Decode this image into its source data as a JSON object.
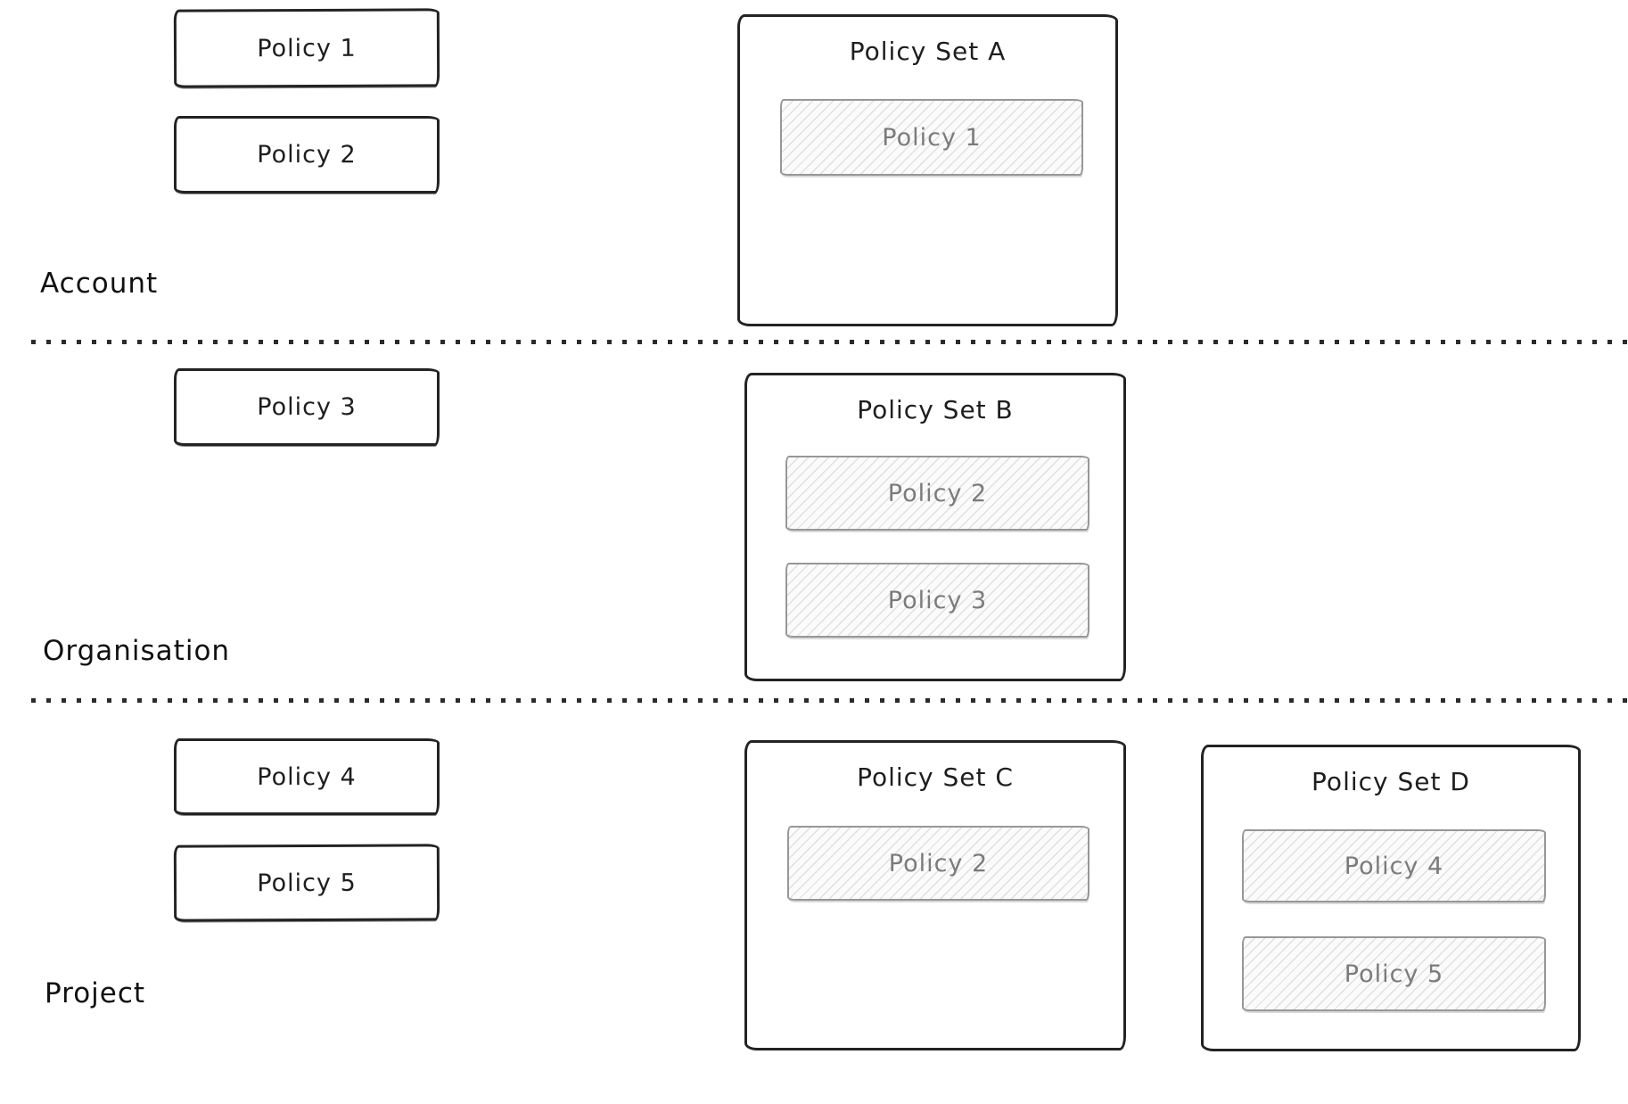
{
  "levels": [
    {
      "label": "Account",
      "policies": [
        "Policy 1",
        "Policy 2"
      ],
      "sets": [
        {
          "title": "Policy Set A",
          "members": [
            "Policy 1"
          ]
        }
      ]
    },
    {
      "label": "Organisation",
      "policies": [
        "Policy 3"
      ],
      "sets": [
        {
          "title": "Policy Set B",
          "members": [
            "Policy 2",
            "Policy 3"
          ]
        }
      ]
    },
    {
      "label": "Project",
      "policies": [
        "Policy 4",
        "Policy 5"
      ],
      "sets": [
        {
          "title": "Policy Set C",
          "members": [
            "Policy 2"
          ]
        },
        {
          "title": "Policy Set D",
          "members": [
            "Policy 4",
            "Policy 5"
          ]
        }
      ]
    }
  ],
  "colors": {
    "stroke": "#1e1e1e",
    "hatch_border": "#979797",
    "hatch_text": "#7b7b7b",
    "divider": "#2b2b2b",
    "background": "#ffffff"
  }
}
